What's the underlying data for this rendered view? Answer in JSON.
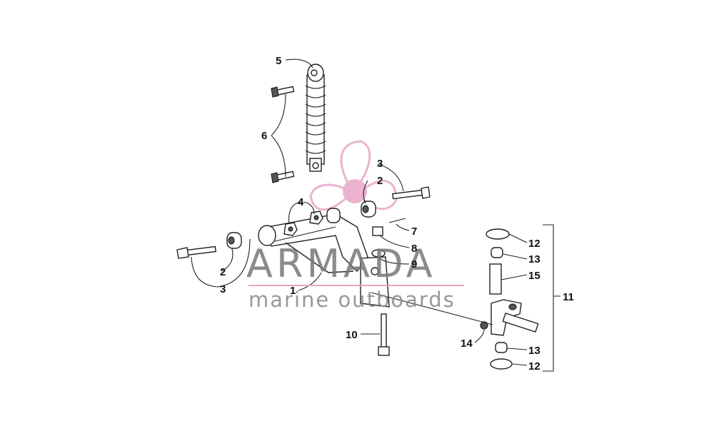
{
  "callouts": [
    {
      "id": "c1",
      "text": "1"
    },
    {
      "id": "c2a",
      "text": "2"
    },
    {
      "id": "c2b",
      "text": "2"
    },
    {
      "id": "c3a",
      "text": "3"
    },
    {
      "id": "c3b",
      "text": "3"
    },
    {
      "id": "c4",
      "text": "4"
    },
    {
      "id": "c5",
      "text": "5"
    },
    {
      "id": "c6",
      "text": "6"
    },
    {
      "id": "c7",
      "text": "7"
    },
    {
      "id": "c8",
      "text": "8"
    },
    {
      "id": "c9",
      "text": "9"
    },
    {
      "id": "c10",
      "text": "10"
    },
    {
      "id": "c11",
      "text": "11"
    },
    {
      "id": "c12a",
      "text": "12"
    },
    {
      "id": "c12b",
      "text": "12"
    },
    {
      "id": "c13a",
      "text": "13"
    },
    {
      "id": "c13b",
      "text": "13"
    },
    {
      "id": "c14",
      "text": "14"
    },
    {
      "id": "c15",
      "text": "15"
    }
  ],
  "watermark": {
    "title": "ARMADA",
    "subtitle": "marine outboards",
    "accent_color": "#e8a6c8"
  }
}
